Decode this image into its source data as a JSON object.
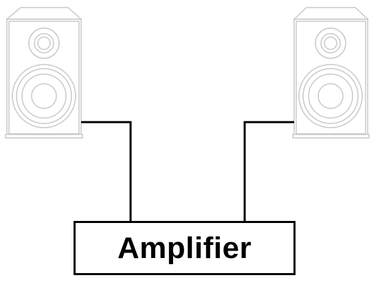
{
  "amplifier": {
    "label": "Amplifier"
  },
  "speakers": [
    {
      "side": "left",
      "icon": "speaker-icon"
    },
    {
      "side": "right",
      "icon": "speaker-icon"
    }
  ],
  "colors": {
    "wire": "#000000",
    "speaker_outline": "#c8c8c8",
    "box_border": "#000000",
    "background": "#ffffff"
  }
}
